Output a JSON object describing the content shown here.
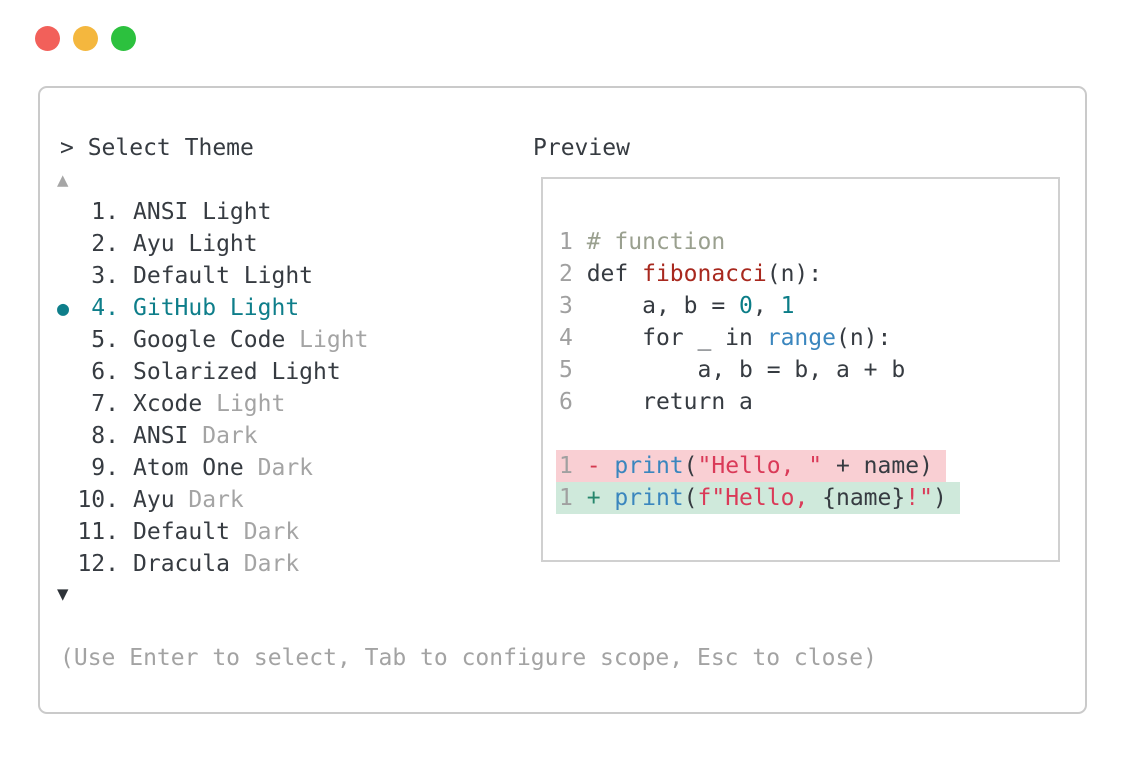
{
  "window": {
    "controls": [
      "close",
      "minimize",
      "zoom"
    ],
    "control_colors": [
      "#f2605a",
      "#f4b73e",
      "#2cc13e"
    ]
  },
  "palette": {
    "text_dark": "#363b41",
    "text_gray": "#a4a4a4",
    "accent_teal": "#0e7e8a",
    "comment": "#9aa08f",
    "function_red": "#a8281e",
    "number_teal": "#0b7d87",
    "call_blue": "#3a86be",
    "string_red": "#da3a58",
    "diff_minus": "#d43a4f",
    "diff_plus": "#26866c",
    "diff_removed_bg": "#f9cfd3",
    "diff_added_bg": "#cfe9db",
    "panel_border": "#cacaca"
  },
  "theme_selector": {
    "prompt": "> Select Theme",
    "scroll_up": "▲",
    "scroll_down": "▼",
    "selected_marker": "●",
    "items": [
      {
        "num": "1.",
        "name": "ANSI Light",
        "suffix": "",
        "selected": false
      },
      {
        "num": "2.",
        "name": "Ayu Light",
        "suffix": "",
        "selected": false
      },
      {
        "num": "3.",
        "name": "Default Light",
        "suffix": "",
        "selected": false
      },
      {
        "num": "4.",
        "name": "GitHub Light",
        "suffix": "",
        "selected": true
      },
      {
        "num": "5.",
        "name": "Google Code",
        "suffix": " Light",
        "selected": false
      },
      {
        "num": "6.",
        "name": "Solarized Light",
        "suffix": "",
        "selected": false
      },
      {
        "num": "7.",
        "name": "Xcode",
        "suffix": " Light",
        "selected": false
      },
      {
        "num": "8.",
        "name": "ANSI",
        "suffix": " Dark",
        "selected": false
      },
      {
        "num": "9.",
        "name": "Atom One",
        "suffix": " Dark",
        "selected": false
      },
      {
        "num": "10.",
        "name": "Ayu",
        "suffix": " Dark",
        "selected": false
      },
      {
        "num": "11.",
        "name": "Default",
        "suffix": " Dark",
        "selected": false
      },
      {
        "num": "12.",
        "name": "Dracula",
        "suffix": " Dark",
        "selected": false
      }
    ],
    "help": "(Use Enter to select, Tab to configure scope, Esc to close)"
  },
  "preview": {
    "title": "Preview",
    "code_lines": [
      {
        "num": "1",
        "bg": "",
        "tokens": [
          {
            "t": "# function",
            "c": "comment"
          }
        ]
      },
      {
        "num": "2",
        "bg": "",
        "tokens": [
          {
            "t": "def ",
            "c": "text"
          },
          {
            "t": "fibonacci",
            "c": "func"
          },
          {
            "t": "(n):",
            "c": "text"
          }
        ]
      },
      {
        "num": "3",
        "bg": "",
        "tokens": [
          {
            "t": "    a, b = ",
            "c": "text"
          },
          {
            "t": "0",
            "c": "num"
          },
          {
            "t": ", ",
            "c": "text"
          },
          {
            "t": "1",
            "c": "num"
          }
        ]
      },
      {
        "num": "4",
        "bg": "",
        "tokens": [
          {
            "t": "    for _ in ",
            "c": "text"
          },
          {
            "t": "range",
            "c": "call"
          },
          {
            "t": "(n):",
            "c": "text"
          }
        ]
      },
      {
        "num": "5",
        "bg": "",
        "tokens": [
          {
            "t": "        a, b = b, a + b",
            "c": "text"
          }
        ]
      },
      {
        "num": "6",
        "bg": "",
        "tokens": [
          {
            "t": "    return a",
            "c": "text"
          }
        ]
      },
      {
        "blank": true
      },
      {
        "num": "1",
        "bg": "removed",
        "tokens": [
          {
            "t": "- ",
            "c": "minus"
          },
          {
            "t": "print",
            "c": "call"
          },
          {
            "t": "(",
            "c": "text"
          },
          {
            "t": "\"Hello, \"",
            "c": "str"
          },
          {
            "t": " + name)",
            "c": "text"
          }
        ]
      },
      {
        "num": "1",
        "bg": "added",
        "tokens": [
          {
            "t": "+ ",
            "c": "plus"
          },
          {
            "t": "print",
            "c": "call"
          },
          {
            "t": "(",
            "c": "text"
          },
          {
            "t": "f\"Hello, ",
            "c": "str"
          },
          {
            "t": "{name}",
            "c": "text"
          },
          {
            "t": "!\"",
            "c": "str"
          },
          {
            "t": ")",
            "c": "text"
          }
        ]
      }
    ]
  }
}
